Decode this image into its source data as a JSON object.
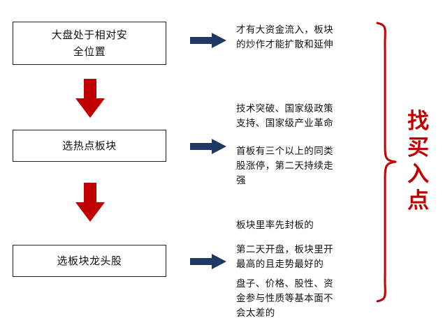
{
  "diagram": {
    "title": "找买入点",
    "accent_red": "#c00000",
    "accent_blue": "#1f3864",
    "boxes": [
      {
        "label": "大盘处于相对安\n全位置"
      },
      {
        "label": "选热点板块"
      },
      {
        "label": "选板块龙头股"
      }
    ],
    "down_arrows": [
      {
        "name": "red-down-arrow-1"
      },
      {
        "name": "red-down-arrow-2"
      }
    ],
    "right_arrows": [
      {
        "name": "blue-right-arrow-1"
      },
      {
        "name": "blue-right-arrow-2"
      },
      {
        "name": "blue-right-arrow-3"
      }
    ],
    "notes": [
      {
        "text": "才有大资金流入，板块\n的炒作才能扩散和延伸"
      },
      {
        "text": "技术突破、国家级政策\n支持、国家级产业革命"
      },
      {
        "text": "首板有三个以上的同类\n股涨停，第二天持续走\n强"
      },
      {
        "text": "板块里率先封板的"
      },
      {
        "text": "第二天开盘，板块里开\n最高的且走势最好的"
      },
      {
        "text": "盘子、价格、股性、资\n金参与性质等基本面不\n会太差的"
      }
    ],
    "vertical_label": {
      "chars": [
        "找",
        "买",
        "入",
        "点"
      ]
    }
  }
}
